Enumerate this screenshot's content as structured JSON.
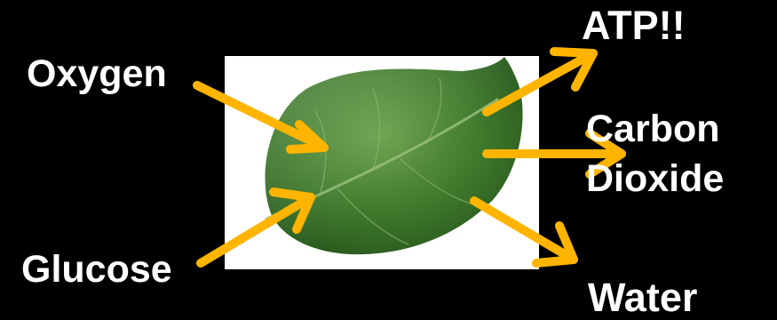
{
  "inputs": {
    "oxygen": "Oxygen",
    "glucose": "Glucose"
  },
  "outputs": {
    "atp": "ATP!!",
    "carbon_dioxide_line1": "Carbon",
    "carbon_dioxide_line2": "Dioxide",
    "water": "Water"
  },
  "colors": {
    "background": "#000000",
    "text": "#ffffff",
    "arrow": "#FFB400",
    "leaf_card": "#ffffff",
    "leaf": "#3f7a2c"
  },
  "icons": {
    "center": "leaf-image",
    "connectors": "arrow"
  }
}
